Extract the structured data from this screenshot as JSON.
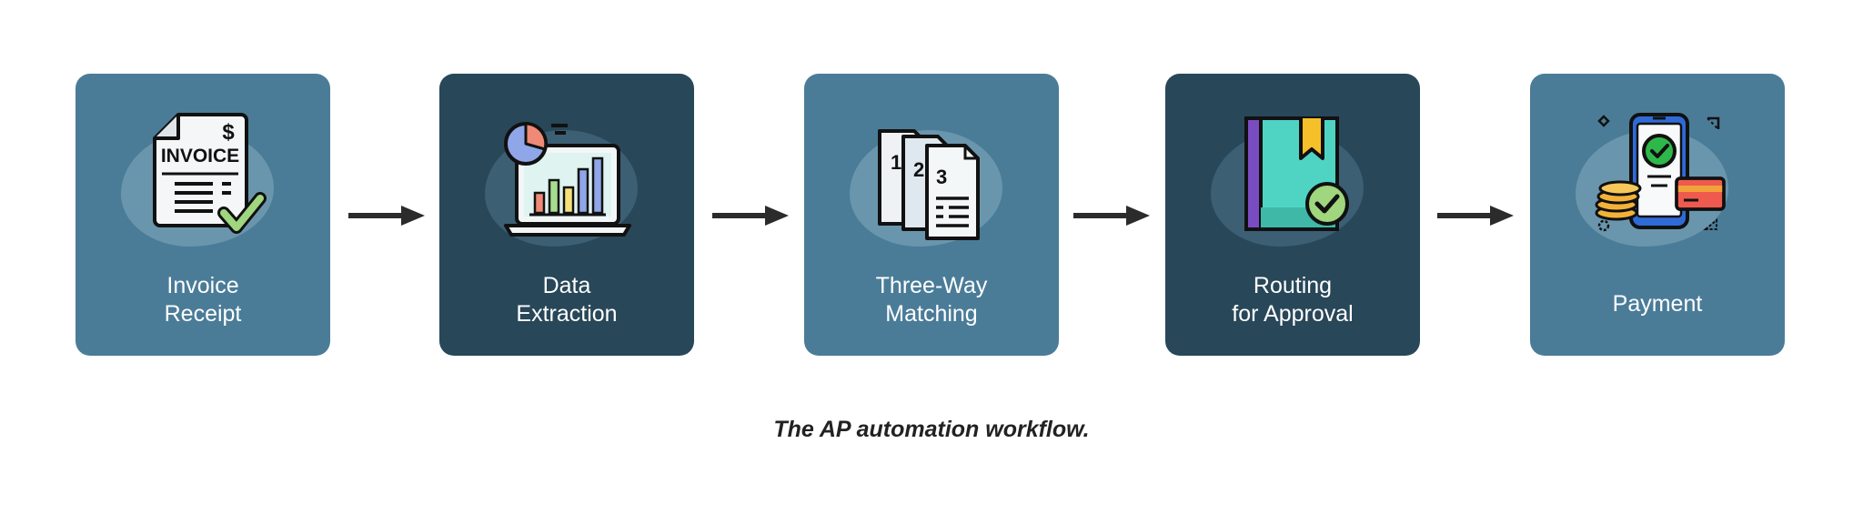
{
  "steps": [
    {
      "lines": [
        "Invoice",
        "Receipt"
      ],
      "icon": "invoice-check-icon",
      "theme": "light"
    },
    {
      "lines": [
        "Data",
        "Extraction"
      ],
      "icon": "laptop-chart-icon",
      "theme": "dark"
    },
    {
      "lines": [
        "Three-Way",
        "Matching"
      ],
      "icon": "numbered-documents-icon",
      "theme": "light"
    },
    {
      "lines": [
        "Routing",
        "for Approval"
      ],
      "icon": "approval-book-icon",
      "theme": "dark"
    },
    {
      "lines": [
        "Payment"
      ],
      "icon": "mobile-payment-icon",
      "theme": "light"
    }
  ],
  "invoice_text": "INVOICE",
  "dollar_sign": "$",
  "doc_numbers": [
    "1",
    "2",
    "3"
  ],
  "caption": "The AP automation workflow.",
  "colors": {
    "card_light": "#4a7c98",
    "card_dark": "#284759",
    "arrow": "#2b2b2b",
    "text": "#ffffff"
  }
}
